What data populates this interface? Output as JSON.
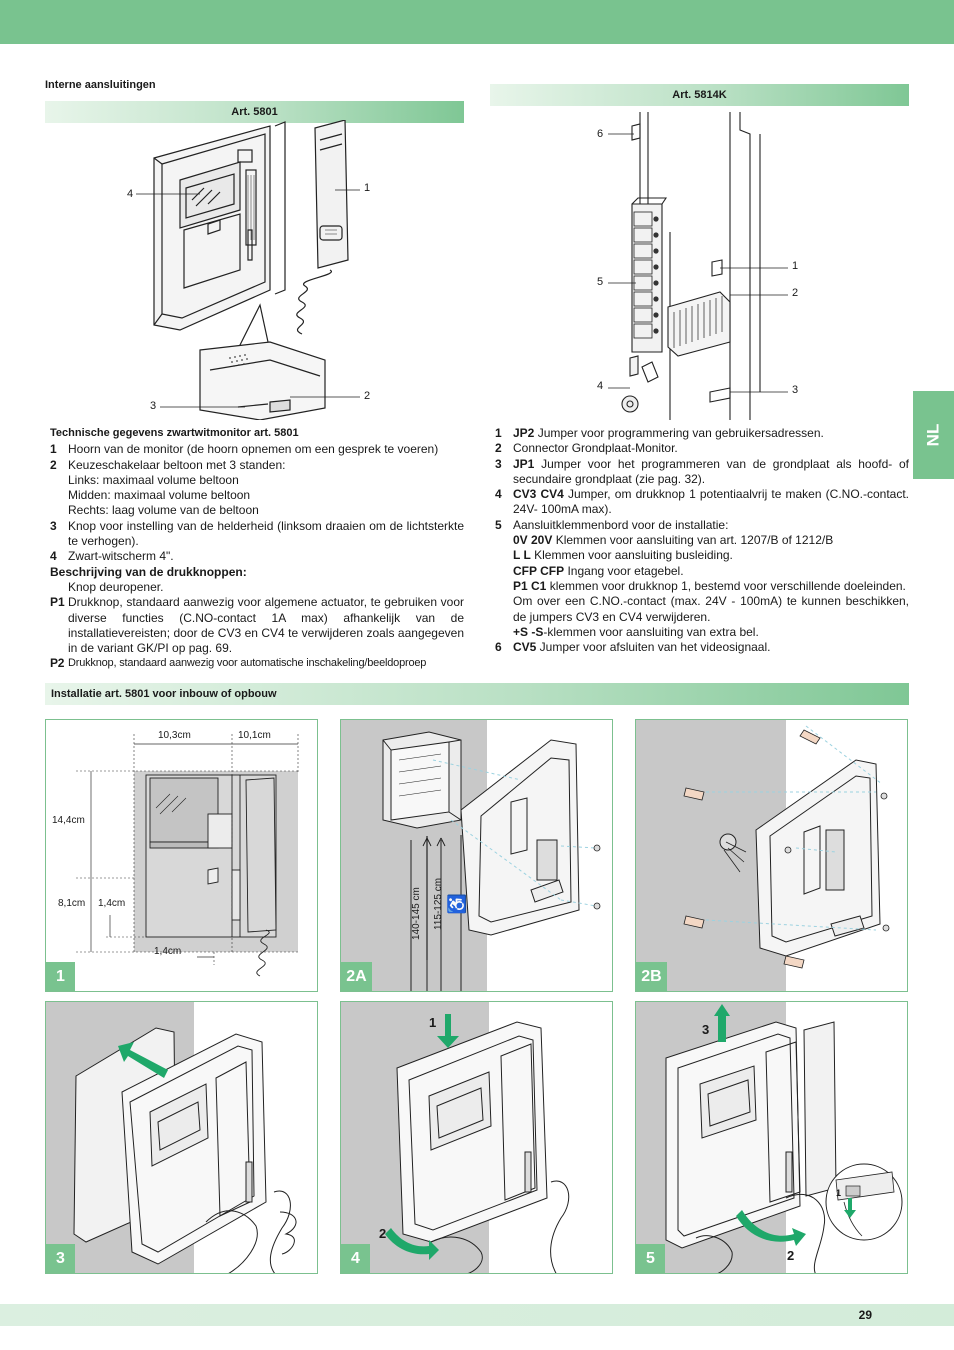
{
  "page": {
    "number": "29",
    "lang_tab": "NL"
  },
  "left_section": {
    "heading": "Interne aansluitingen",
    "bar_title": "Art. 5801",
    "callouts": [
      "1",
      "2",
      "3",
      "4"
    ],
    "spec_title": "Technische gegevens zwartwitmonitor art. 5801",
    "items": [
      {
        "num": "1",
        "text": "Hoorn van de monitor (de hoorn opnemen om een gesprek te voeren)"
      },
      {
        "num": "2",
        "text": "Keuzeschakelaar beltoon met 3 standen:"
      }
    ],
    "item2_lines": [
      "Links: maximaal volume beltoon",
      "Midden: maximaal volume beltoon",
      "Rechts: laag volume van de beltoon"
    ],
    "item3": {
      "num": "3",
      "text": "Knop voor instelling van de helderheid (linksom draaien om de lichtsterkte te verhogen)."
    },
    "item4": {
      "num": "4",
      "text": "Zwart-witscherm 4\"."
    },
    "buttons_title": "Beschrijving van de drukknoppen:",
    "buttons_intro": "Knop deuropener.",
    "p1": {
      "num": "P1",
      "text": "Drukknop, standaard aanwezig voor algemene actuator, te gebruiken voor diverse functies (C.NO-contact 1A max) afhankelijk van de installatievereisten; door de CV3 en CV4 te verwijderen zoals aangegeven in de variant GK/PI op pag. 69."
    },
    "p2": {
      "num": "P2",
      "text": "Drukknop, standaard aanwezig voor automatische inschakeling/beeldoproep"
    }
  },
  "right_section": {
    "bar_title": "Art. 5814K",
    "callouts": [
      "1",
      "2",
      "3",
      "4",
      "5",
      "6"
    ],
    "items": [
      {
        "num": "1",
        "code": "JP2",
        "text": " Jumper voor programmering van gebruikersadressen."
      },
      {
        "num": "2",
        "code": "",
        "text": "Connector Grondplaat-Monitor."
      },
      {
        "num": "3",
        "code": "JP1",
        "text": " Jumper voor het programmeren van de grondplaat als hoofd- of secundaire grondplaat (zie pag. 32)."
      },
      {
        "num": "4",
        "code": "CV3 CV4",
        "text": " Jumper, om drukknop 1 potentiaalvrij te maken (C.NO.-contact. 24V- 100mA max)."
      },
      {
        "num": "5",
        "code": "",
        "text": "Aansluitklemmenbord voor de installatie:"
      }
    ],
    "terminals": [
      {
        "code": "0V 20V",
        "text": " Klemmen voor aansluiting van art. 1207/B of 1212/B"
      },
      {
        "code": "L L",
        "text": " Klemmen voor aansluiting busleiding."
      },
      {
        "code": "CFP CFP",
        "text": " Ingang voor etagebel."
      },
      {
        "code": "P1 C1",
        "text": " klemmen voor drukknop 1, bestemd voor verschillende doeleinden."
      }
    ],
    "terminal_note": "Om over een C.NO.-contact (max. 24V - 100mA) te kunnen beschikken, de jumpers CV3 en CV4 verwijderen.",
    "s_terminal": {
      "code": "+S -S",
      "text": "-klemmen voor aansluiting van extra bel."
    },
    "item6": {
      "num": "6",
      "code": "CV5",
      "text": " Jumper voor afsluiten van het videosignaal."
    }
  },
  "install_section": {
    "bar_title": "Installatie art. 5801 voor inbouw of opbouw",
    "panels": [
      {
        "label": "1",
        "dims": [
          "10,3cm",
          "10,1cm",
          "14,4cm",
          "8,1cm",
          "1,4cm",
          "1,4cm"
        ]
      },
      {
        "label": "2A",
        "heights": [
          "140-145 cm",
          "115-125 cm"
        ]
      },
      {
        "label": "2B"
      },
      {
        "label": "3"
      },
      {
        "label": "4",
        "steps": [
          "1",
          "2"
        ]
      },
      {
        "label": "5",
        "steps": [
          "3",
          "2",
          "1"
        ]
      }
    ]
  },
  "colors": {
    "accent": "#79c38f",
    "panel_border": "#7cc08f",
    "wall_gray": "#c8c8c8",
    "arrow_green": "#1fa86a"
  }
}
